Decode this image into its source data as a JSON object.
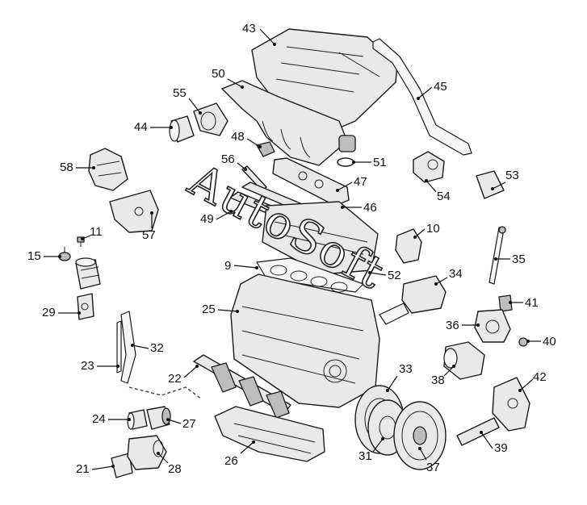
{
  "watermark": "AutoSoft",
  "callouts": [
    {
      "id": "43",
      "label": "43"
    },
    {
      "id": "45",
      "label": "45"
    },
    {
      "id": "50",
      "label": "50"
    },
    {
      "id": "55",
      "label": "55"
    },
    {
      "id": "44",
      "label": "44"
    },
    {
      "id": "48",
      "label": "48"
    },
    {
      "id": "51",
      "label": "51"
    },
    {
      "id": "56",
      "label": "56"
    },
    {
      "id": "47",
      "label": "47"
    },
    {
      "id": "53",
      "label": "53"
    },
    {
      "id": "54",
      "label": "54"
    },
    {
      "id": "58",
      "label": "58"
    },
    {
      "id": "46",
      "label": "46"
    },
    {
      "id": "49",
      "label": "49"
    },
    {
      "id": "57",
      "label": "57"
    },
    {
      "id": "11",
      "label": "11"
    },
    {
      "id": "10",
      "label": "10"
    },
    {
      "id": "15",
      "label": "15"
    },
    {
      "id": "35",
      "label": "35"
    },
    {
      "id": "9",
      "label": "9"
    },
    {
      "id": "52",
      "label": "52"
    },
    {
      "id": "34",
      "label": "34"
    },
    {
      "id": "29",
      "label": "29"
    },
    {
      "id": "25",
      "label": "25"
    },
    {
      "id": "41",
      "label": "41"
    },
    {
      "id": "36",
      "label": "36"
    },
    {
      "id": "40",
      "label": "40"
    },
    {
      "id": "32",
      "label": "32"
    },
    {
      "id": "23",
      "label": "23"
    },
    {
      "id": "22",
      "label": "22"
    },
    {
      "id": "33",
      "label": "33"
    },
    {
      "id": "38",
      "label": "38"
    },
    {
      "id": "42",
      "label": "42"
    },
    {
      "id": "24",
      "label": "24"
    },
    {
      "id": "27",
      "label": "27"
    },
    {
      "id": "39",
      "label": "39"
    },
    {
      "id": "31",
      "label": "31"
    },
    {
      "id": "21",
      "label": "21"
    },
    {
      "id": "28",
      "label": "28"
    },
    {
      "id": "26",
      "label": "26"
    },
    {
      "id": "37",
      "label": "37"
    }
  ]
}
